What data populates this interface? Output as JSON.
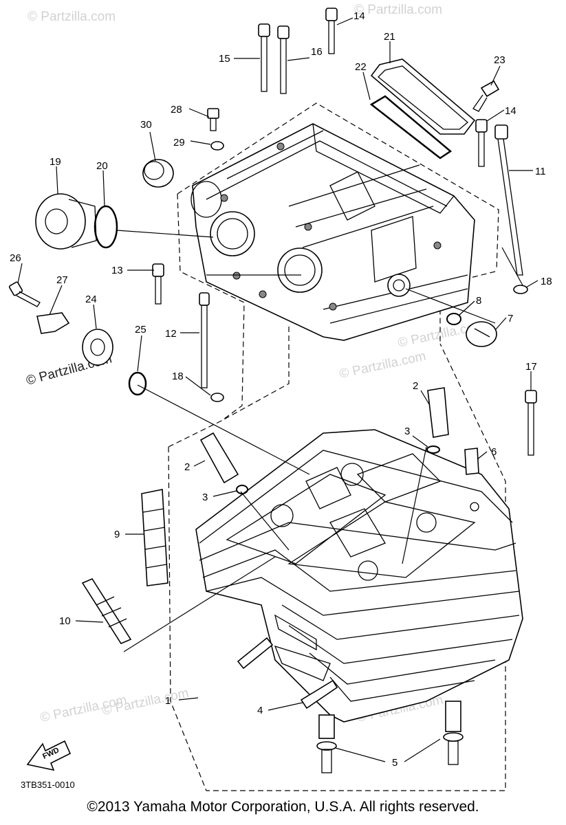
{
  "watermarks": [
    "© Partzilla.com",
    "© Partzilla.com",
    "© Partzilla.com",
    "© Partzilla.com",
    "© Partzilla.com",
    "© Partzilla.com",
    "© Partzilla.com"
  ],
  "watermark_dark": "© Partzilla.com",
  "diagram_code": "3TB351-0010",
  "fwd_label": "FWD",
  "copyright": "©2013 Yamaha Motor Corporation, U.S.A. All rights reserved.",
  "callouts": {
    "c1": "1",
    "c2a": "2",
    "c2b": "2",
    "c3a": "3",
    "c3b": "3",
    "c4": "4",
    "c5": "5",
    "c6": "6",
    "c7": "7",
    "c8": "8",
    "c9": "9",
    "c10": "10",
    "c11": "11",
    "c12": "12",
    "c13": "13",
    "c14a": "14",
    "c14b": "14",
    "c15": "15",
    "c16": "16",
    "c17": "17",
    "c18a": "18",
    "c18b": "18",
    "c19": "19",
    "c20": "20",
    "c21": "21",
    "c22": "22",
    "c23": "23",
    "c24": "24",
    "c25": "25",
    "c26": "26",
    "c27": "27",
    "c28": "28",
    "c29": "29",
    "c30": "30"
  }
}
